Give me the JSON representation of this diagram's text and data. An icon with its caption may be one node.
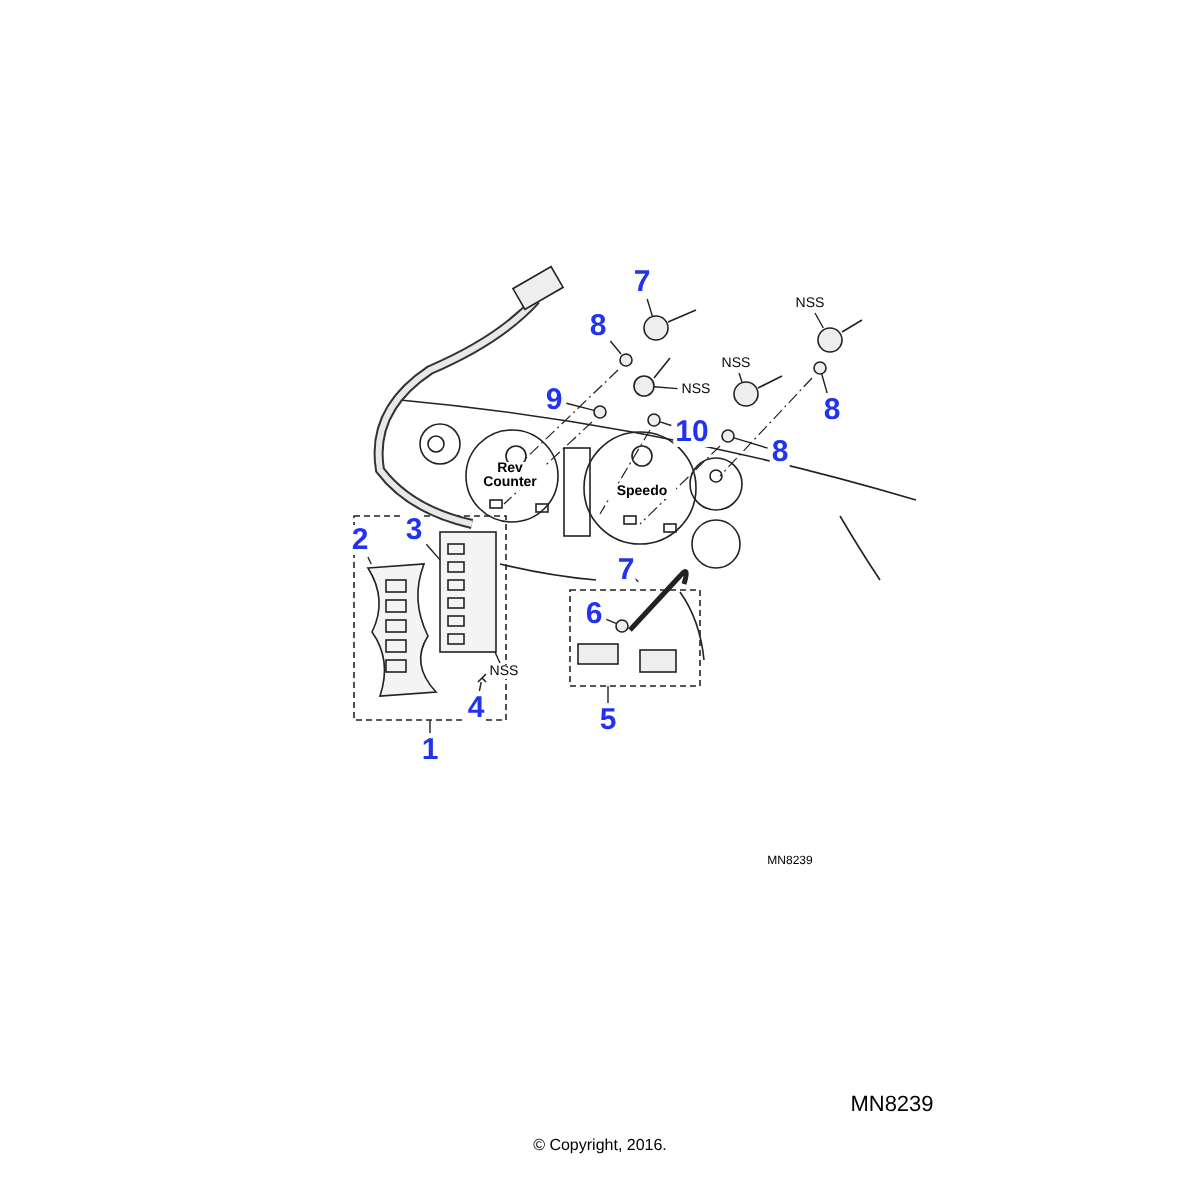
{
  "diagram": {
    "nodes": [
      {
        "text": [
          "7"
        ]
      },
      {
        "text": [
          "8"
        ]
      },
      {
        "text": [
          "NSS"
        ]
      },
      {
        "text": [
          "NSS"
        ]
      },
      {
        "text": [
          "9"
        ]
      },
      {
        "text": [
          "10"
        ]
      },
      {
        "text": [
          "NSS"
        ]
      },
      {
        "text": [
          "8"
        ]
      },
      {
        "text": [
          "8"
        ]
      },
      {
        "text": [
          "2"
        ]
      },
      {
        "text": [
          "3"
        ]
      },
      {
        "text": [
          "7"
        ]
      },
      {
        "text": [
          "NSS"
        ]
      },
      {
        "text": [
          "6"
        ]
      },
      {
        "text": [
          "4"
        ]
      },
      {
        "text": [
          "5"
        ]
      },
      {
        "text": [
          "1"
        ]
      },
      {
        "text": [],
        "shape": "circle"
      },
      {
        "text": [],
        "shape": "circle"
      },
      {
        "text": [],
        "shape": "circle"
      },
      {
        "text": [],
        "shape": "circle"
      },
      {
        "text": [],
        "shape": "circle"
      },
      {
        "text": [],
        "shape": "circle"
      },
      {
        "text": [],
        "shape": "circle"
      },
      {
        "text": [],
        "shape": "circle"
      },
      {
        "text": [],
        "shape": "circle"
      },
      {
        "text": [],
        "shape": "picture"
      },
      {
        "text": [],
        "shape": "box"
      },
      {
        "text": [],
        "shape": "picture"
      },
      {
        "text": [],
        "shape": "circle"
      },
      {
        "text": [],
        "shape": "picture"
      }
    ],
    "edges": [
      {
        "from": 0,
        "to": 17,
        "arrow": "none"
      },
      {
        "from": 1,
        "to": 18,
        "arrow": "none"
      },
      {
        "from": 2,
        "to": 19,
        "arrow": "none"
      },
      {
        "from": 3,
        "to": 20,
        "arrow": "none"
      },
      {
        "from": 4,
        "to": 21,
        "arrow": "none"
      },
      {
        "from": 5,
        "to": 22,
        "arrow": "none"
      },
      {
        "from": 6,
        "to": 23,
        "arrow": "none"
      },
      {
        "from": 7,
        "to": 24,
        "arrow": "none"
      },
      {
        "from": 8,
        "to": 25,
        "arrow": "none"
      },
      {
        "from": 9,
        "to": 26,
        "arrow": "none"
      },
      {
        "from": 10,
        "to": 27,
        "arrow": "none"
      },
      {
        "from": 11,
        "to": 28,
        "arrow": "none"
      },
      {
        "from": 12,
        "to": 27,
        "arrow": "none"
      },
      {
        "from": 13,
        "to": 29,
        "arrow": "none"
      },
      {
        "from": 14,
        "to": 30,
        "arrow": "none"
      },
      {
        "from": 15,
        "to": null,
        "arrow": "none"
      },
      {
        "from": 16,
        "to": null,
        "arrow": "none"
      }
    ],
    "labels": [
      "Rev Counter",
      "Speedo",
      "MN8239",
      "MN8239",
      "© Copyright, 2016."
    ]
  }
}
